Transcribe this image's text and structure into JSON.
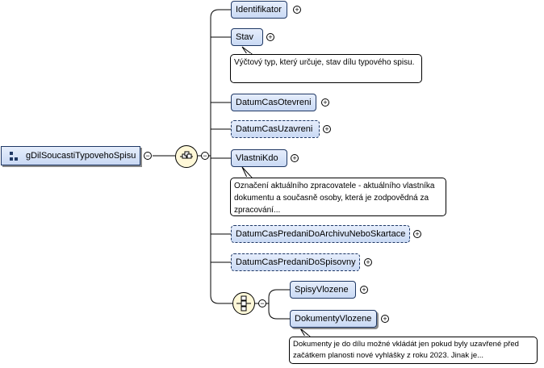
{
  "root": {
    "label": "gDilSoucastiTypovehoSpisu"
  },
  "elements": {
    "identifikator": "Identifikator",
    "stav": "Stav",
    "stav_doc": "Výčtový typ, který určuje, stav dílu typového spisu.",
    "datum_otevreni": "DatumCasOtevreni",
    "datum_uzavreni": "DatumCasUzavreni",
    "vlastnik": "VlastniKdo",
    "vlastnik_doc": "Označení aktuálního zpracovatele - aktuálního vlastníka dokumentu a současně osoby, která je zodpovědná za zpracování...",
    "predani_archiv": "DatumCasPredaniDoArchivuNeboSkartace",
    "predani_spisovna": "DatumCasPredaniDoSpisovny",
    "spisy": "SpisyVlozene",
    "dokumenty": "DokumentyVlozene",
    "dokumenty_doc": "Dokumenty je do dílu možné vkládát jen pokud byly uzavřené před začátkem planosti nové vyhlášky z roku 2023. Jinak je..."
  },
  "icons": {
    "expand": "+",
    "collapse": "−"
  },
  "colors": {
    "node_fill_top": "#e6eefc",
    "node_fill_bottom": "#c9d9f4",
    "node_border": "#1f3864",
    "compositor_fill": "#fff8d8"
  }
}
